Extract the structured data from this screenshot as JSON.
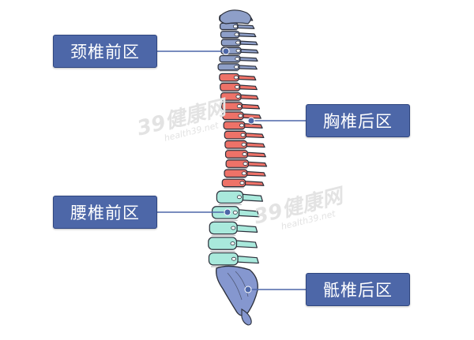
{
  "labels": {
    "cervical": "颈椎前区",
    "thoracic": "胸椎后区",
    "lumbar": "腰椎前区",
    "sacral": "骶椎后区"
  },
  "watermark": {
    "brand": "39健康网",
    "domain": "health39.net"
  },
  "colors": {
    "label_bg": "#4d67a8",
    "cervical": "#8e9fc8",
    "thoracic": "#ee7268",
    "lumbar": "#a9e9dc",
    "sacral": "#8597cf",
    "leader": "#4d67a8",
    "outline": "#2b2f3a"
  }
}
